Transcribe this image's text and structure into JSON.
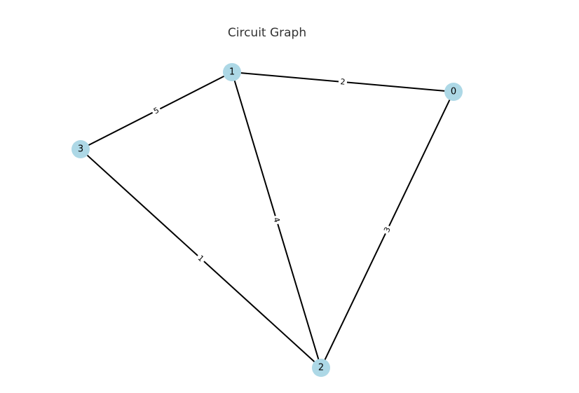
{
  "figure": {
    "title": "Circuit Graph"
  },
  "graph": {
    "node_color": "#add8e6",
    "edge_color": "#000000",
    "nodes": [
      {
        "id": "0",
        "label": "0"
      },
      {
        "id": "1",
        "label": "1"
      },
      {
        "id": "2",
        "label": "2"
      },
      {
        "id": "3",
        "label": "3"
      }
    ],
    "edges": [
      {
        "source": "1",
        "target": "0",
        "weight": "2"
      },
      {
        "source": "1",
        "target": "3",
        "weight": "5"
      },
      {
        "source": "1",
        "target": "2",
        "weight": "4"
      },
      {
        "source": "0",
        "target": "2",
        "weight": "3"
      },
      {
        "source": "3",
        "target": "2",
        "weight": "1"
      }
    ]
  }
}
